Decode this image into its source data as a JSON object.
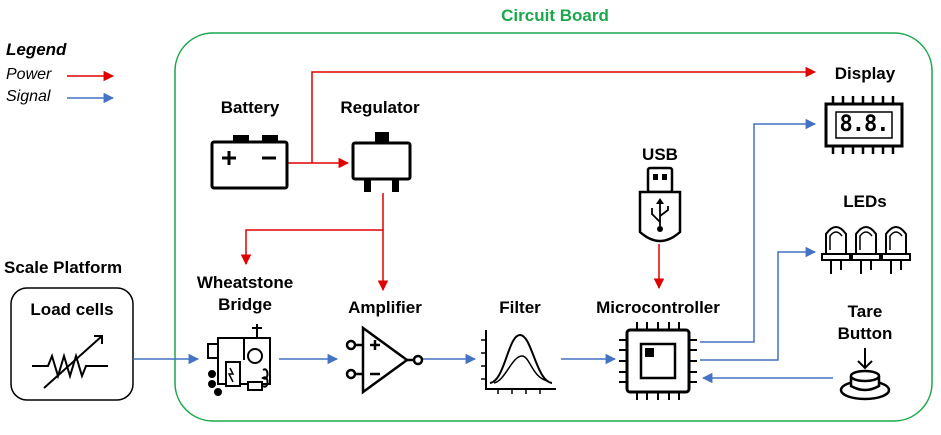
{
  "board_title": "Circuit Board",
  "legend": {
    "title": "Legend",
    "items": [
      {
        "label": "Power",
        "color": "#e00000"
      },
      {
        "label": "Signal",
        "color": "#4472c4"
      }
    ]
  },
  "colors": {
    "board_border": "#1aa84a",
    "board_title": "#1aa84a",
    "power": "#e00000",
    "signal": "#4472c4"
  },
  "outside": {
    "platform_label": "Scale Platform",
    "load_cells_label": "Load cells"
  },
  "components": {
    "battery": {
      "label": "Battery",
      "icon": "battery-icon"
    },
    "regulator": {
      "label": "Regulator",
      "icon": "regulator-icon"
    },
    "bridge": {
      "label_line1": "Wheatstone",
      "label_line2": "Bridge",
      "icon": "circuit-icon"
    },
    "amplifier": {
      "label": "Amplifier",
      "icon": "op-amp-icon"
    },
    "filter": {
      "label": "Filter",
      "icon": "bell-curve-icon"
    },
    "usb": {
      "label": "USB",
      "icon": "usb-stick-icon"
    },
    "microcontroller": {
      "label": "Microcontroller",
      "icon": "chip-icon"
    },
    "display": {
      "label": "Display",
      "icon": "seven-segment-display-icon",
      "digits": "8.8."
    },
    "leds": {
      "label": "LEDs",
      "icon": "led-icon"
    },
    "tare": {
      "label_line1": "Tare",
      "label_line2": "Button",
      "icon": "push-button-icon"
    }
  }
}
